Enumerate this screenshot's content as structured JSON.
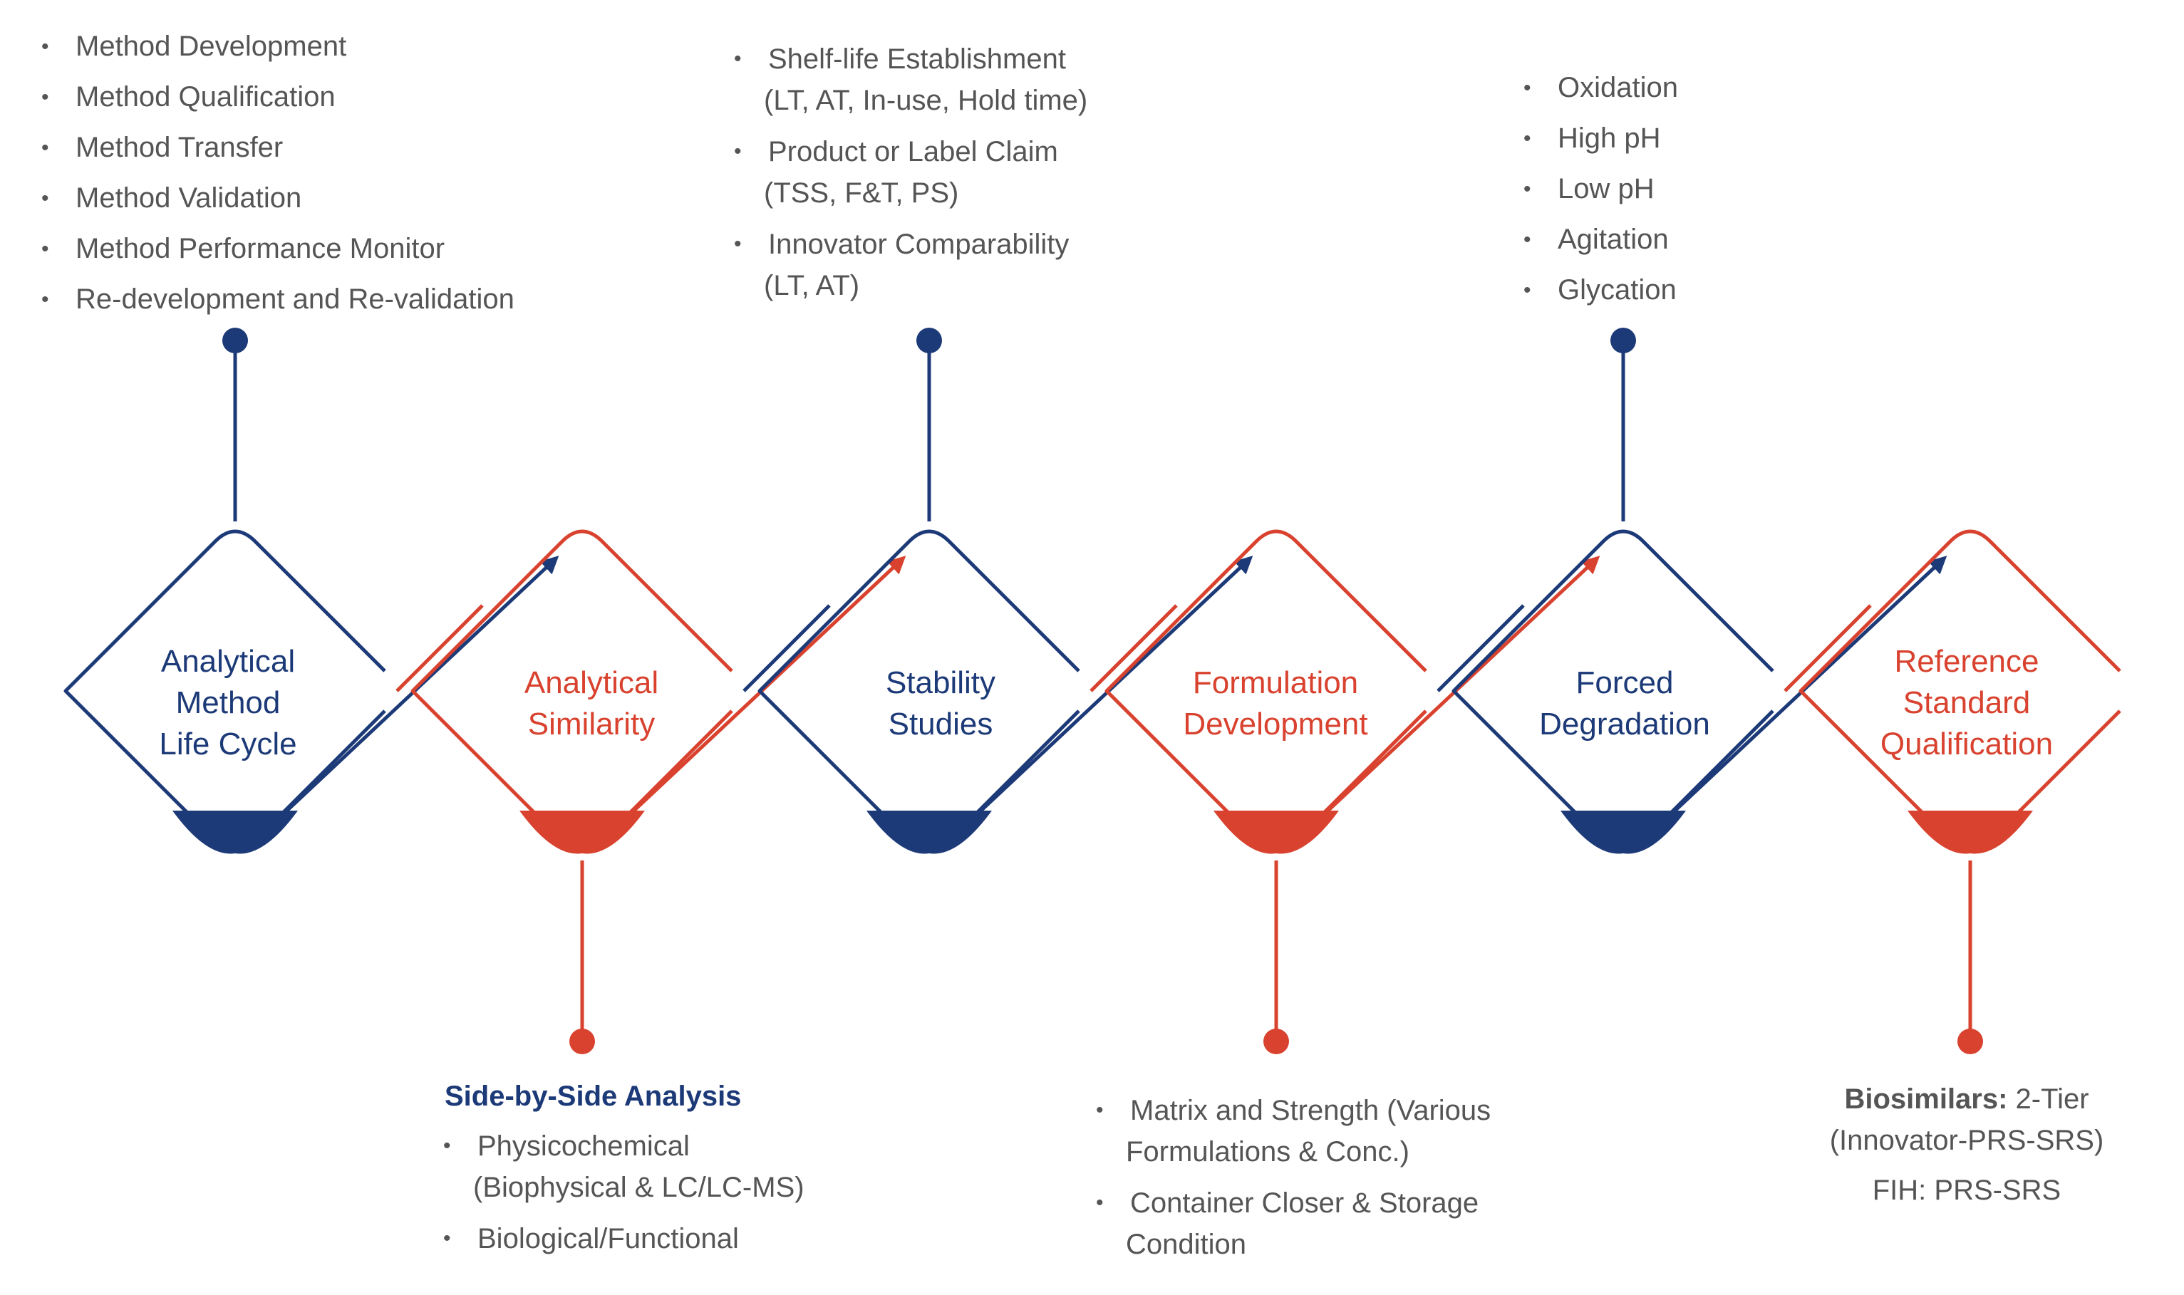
{
  "colors": {
    "blue": "#1d3a78",
    "red": "#d8422e",
    "text": "#555555"
  },
  "stages": [
    {
      "id": "analytical-method-life-cycle",
      "label": "Analytical\nMethod\nLife Cycle",
      "color": "#1d3a78"
    },
    {
      "id": "analytical-similarity",
      "label": "Analytical\nSimilarity",
      "color": "#d8422e"
    },
    {
      "id": "stability-studies",
      "label": "Stability\nStudies",
      "color": "#1d3a78"
    },
    {
      "id": "formulation-development",
      "label": "Formulation\nDevelopment",
      "color": "#d8422e"
    },
    {
      "id": "forced-degradation",
      "label": "Forced\nDegradation",
      "color": "#1d3a78"
    },
    {
      "id": "reference-standard-qualification",
      "label": "Reference\nStandard\nQualification",
      "color": "#d8422e"
    }
  ],
  "method_life_cycle": {
    "items": [
      "Method Development",
      "Method Qualification",
      "Method Transfer",
      "Method Validation",
      "Method Performance Monitor",
      "Re-development and Re-validation"
    ]
  },
  "stability": {
    "items": [
      {
        "line1": "Shelf-life Establishment",
        "line2": "(LT, AT, In-use, Hold time)"
      },
      {
        "line1": "Product or Label Claim",
        "line2": "(TSS, F&T, PS)"
      },
      {
        "line1": "Innovator Comparability",
        "line2": "(LT, AT)"
      }
    ]
  },
  "forced_degradation": {
    "items": [
      "Oxidation",
      "High pH",
      "Low pH",
      "Agitation",
      "Glycation"
    ]
  },
  "similarity": {
    "heading": "Side-by-Side Analysis",
    "items": [
      {
        "line1": "Physicochemical",
        "line2": "(Biophysical & LC/LC-MS)"
      },
      {
        "line1": "Biological/Functional",
        "line2": ""
      }
    ]
  },
  "formulation": {
    "items": [
      {
        "line1": "Matrix and Strength (Various",
        "line2": "Formulations & Conc.)"
      },
      {
        "line1": "Container Closer & Storage",
        "line2": "Condition"
      }
    ]
  },
  "reference": {
    "bold": "Biosimilars:",
    "line1_rest": " 2-Tier",
    "line2": "(Innovator-PRS-SRS)",
    "line3": "FIH: PRS-SRS"
  }
}
